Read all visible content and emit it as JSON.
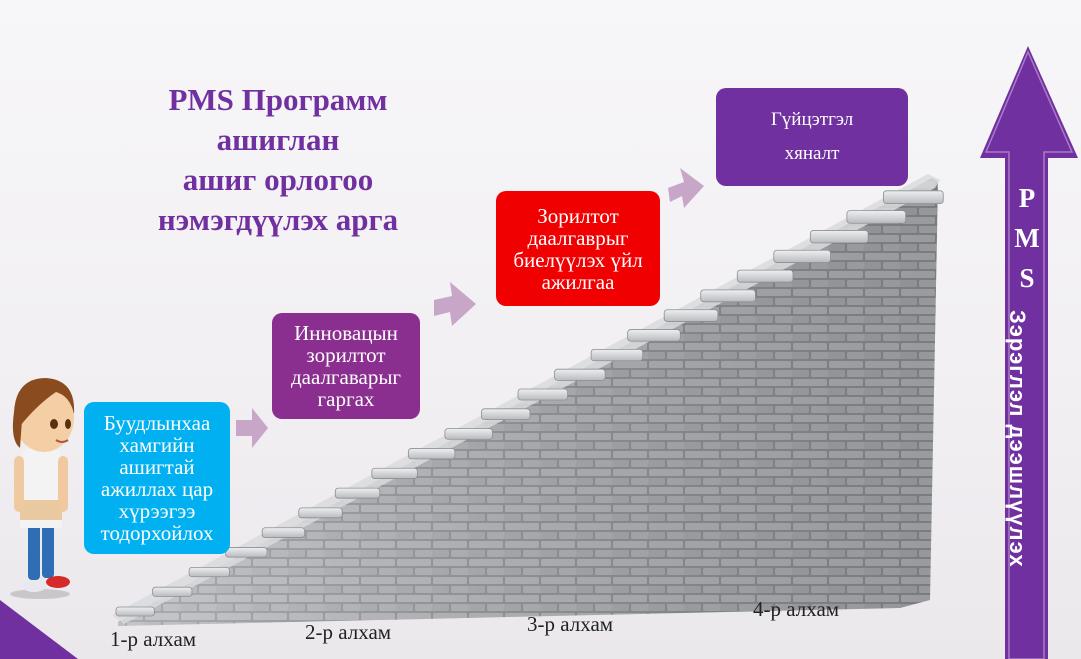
{
  "title": {
    "lines": [
      "PMS Программ",
      "ашиглан",
      "ашиг орлогоо",
      "нэмэгдүүлэх арга"
    ]
  },
  "steps": [
    {
      "lines": [
        "Буудлынхаа",
        "хамгийн",
        "ашигтай",
        "ажиллах цар",
        "хүрээгээ",
        "тодорхойлох"
      ],
      "color": "#00b0f0",
      "label": "1-р алхам"
    },
    {
      "lines": [
        "Инновацын",
        "зорилтот",
        "даалгаварыг",
        "гаргах"
      ],
      "color": "#8a2e8f",
      "label": "2-р алхам"
    },
    {
      "lines": [
        "Зорилтот",
        "даалгаврыг",
        "биелүүлэх үйл",
        "ажилгаа"
      ],
      "color": "#f00000",
      "label": "3-р алхам"
    },
    {
      "lines": [
        "Гүйцэтгэл",
        "хяналт"
      ],
      "color": "#7030a0",
      "label": "4-р алхам"
    }
  ],
  "side_arrow": {
    "letters": [
      "P",
      "M",
      "S"
    ],
    "text": "Зэрэглэл дээшлүүлэх",
    "color": "#7030a0"
  }
}
